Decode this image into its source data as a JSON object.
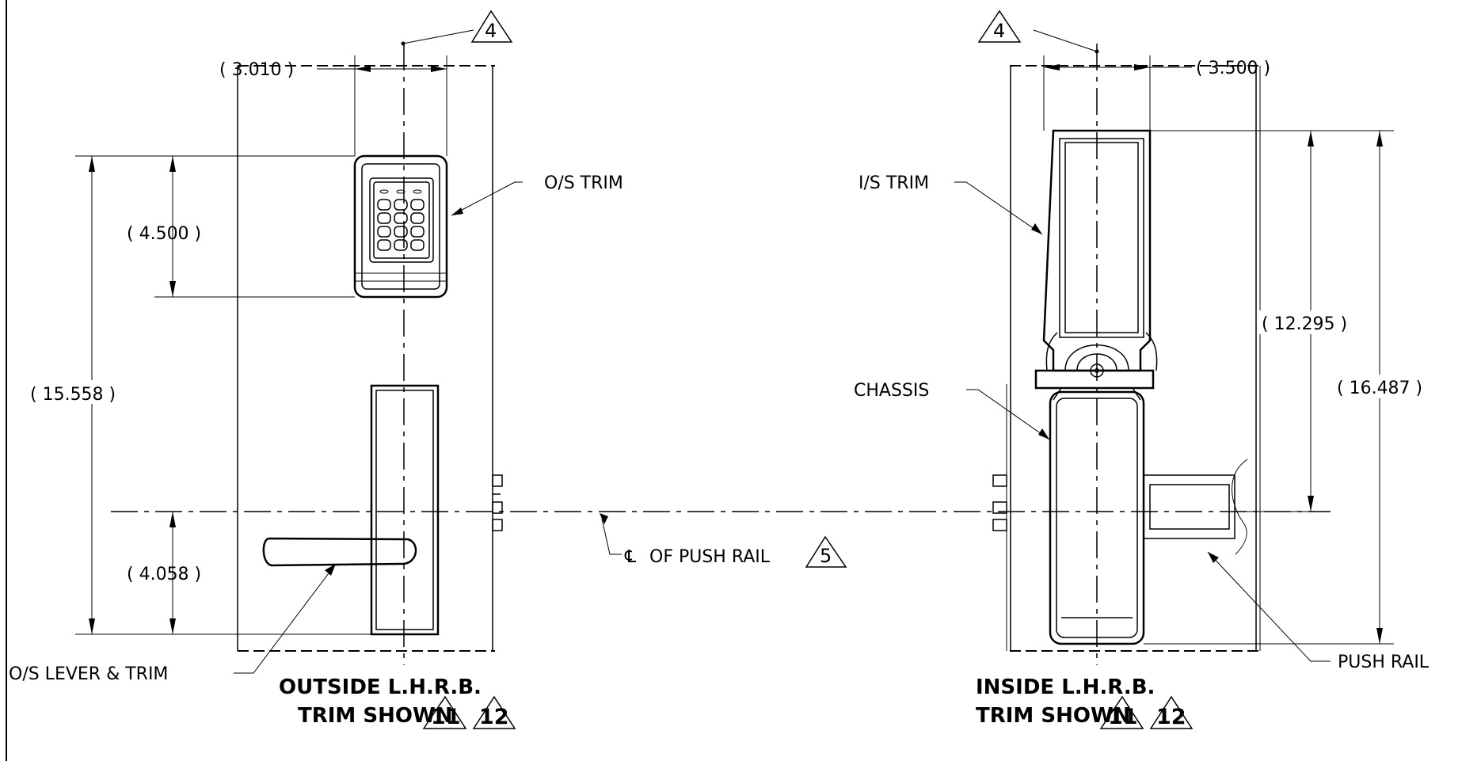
{
  "views": {
    "outside": {
      "title_line1": "OUTSIDE L.H.R.B.",
      "title_line2": "TRIM SHOWN",
      "rev_a": "11",
      "rev_b": "12"
    },
    "inside": {
      "title_line1": "INSIDE L.H.R.B.",
      "title_line2": "TRIM SHOWN",
      "rev_a": "11",
      "rev_b": "12"
    }
  },
  "dimensions": {
    "outside_width": "( 3.010 )",
    "outside_trim_height": "( 4.500 )",
    "outside_overall": "( 15.558 )",
    "outside_lever_height": "( 4.058 )",
    "inside_width": "( 3.500 )",
    "inside_upper": "( 12.295 )",
    "inside_overall": "( 16.487 )"
  },
  "callouts": {
    "os_trim": "O/S TRIM",
    "is_trim": "I/S TRIM",
    "chassis": "CHASSIS",
    "os_lever": "O/S LEVER & TRIM",
    "push_rail": "PUSH RAIL",
    "push_rail_cl": "OF PUSH RAIL",
    "cl_symbol": "℄"
  },
  "revision_flags": {
    "left_top": "4",
    "right_top": "4",
    "push_rail": "5"
  }
}
